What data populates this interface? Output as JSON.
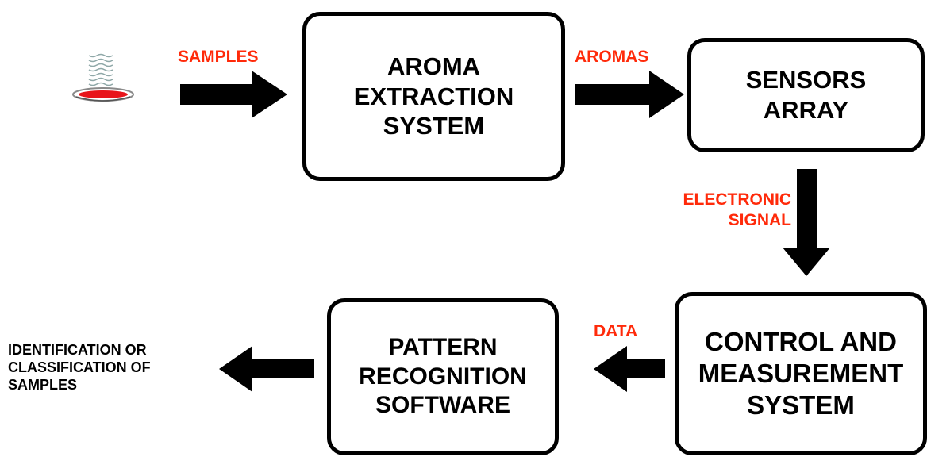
{
  "diagram": {
    "boxes": {
      "aroma_extraction": "AROMA\nEXTRACTION\nSYSTEM",
      "sensors_array": "SENSORS\nARRAY",
      "control_measurement": "CONTROL AND\nMEASUREMENT\nSYSTEM",
      "pattern_recognition": "PATTERN\nRECOGNITION\nSOFTWARE"
    },
    "labels": {
      "samples": "SAMPLES",
      "aromas": "AROMAS",
      "electronic_signal": "ELECTRONIC\nSIGNAL",
      "data": "DATA",
      "output": "IDENTIFICATION OR\nCLASSIFICATION OF\nSAMPLES"
    },
    "colors": {
      "label_red": "#ff2a0a",
      "dish_red": "#e8151b",
      "steam": "#8fa8a8"
    },
    "icons": {
      "sample_dish": "steaming-dish-icon"
    }
  }
}
